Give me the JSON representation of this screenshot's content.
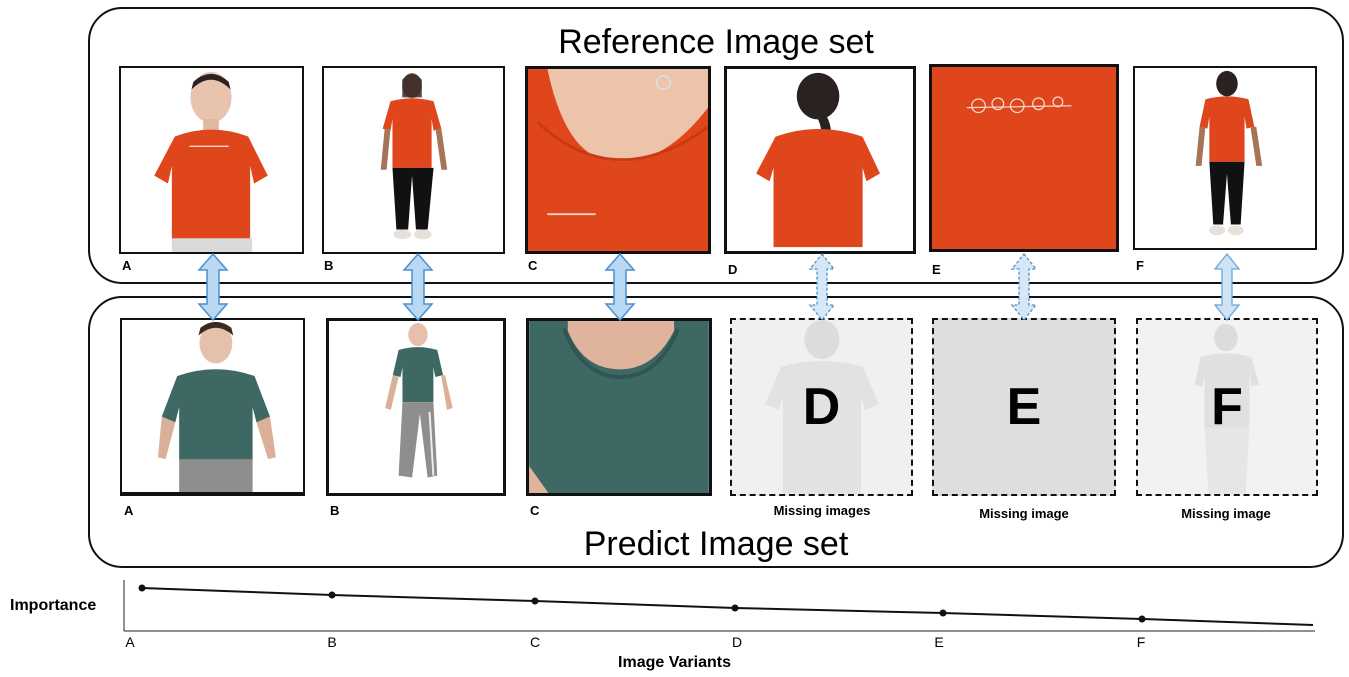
{
  "reference_set": {
    "title": "Reference Image set",
    "items": [
      {
        "letter": "A"
      },
      {
        "letter": "B"
      },
      {
        "letter": "C"
      },
      {
        "letter": "D"
      },
      {
        "letter": "E"
      },
      {
        "letter": "F"
      }
    ]
  },
  "predict_set": {
    "title": "Predict Image set",
    "items": [
      {
        "letter": "A",
        "missing": false
      },
      {
        "letter": "B",
        "missing": false
      },
      {
        "letter": "C",
        "missing": false
      },
      {
        "letter": "D",
        "missing": true,
        "placeholder": "D",
        "caption": "Missing images"
      },
      {
        "letter": "E",
        "missing": true,
        "placeholder": "E",
        "caption": "Missing image"
      },
      {
        "letter": "F",
        "missing": true,
        "placeholder": "F",
        "caption": "Missing image"
      }
    ]
  },
  "colors": {
    "reference_shirt": "#e0461c",
    "predict_shirt": "#3e6864",
    "arrow_fill": "#b9d8f2",
    "arrow_stroke": "#4a90d0"
  },
  "chart_data": {
    "type": "line",
    "x": [
      "A",
      "B",
      "C",
      "D",
      "E",
      "F"
    ],
    "ylabel": "Importance",
    "xlabel": "Image Variants",
    "trend": "decreasing"
  }
}
